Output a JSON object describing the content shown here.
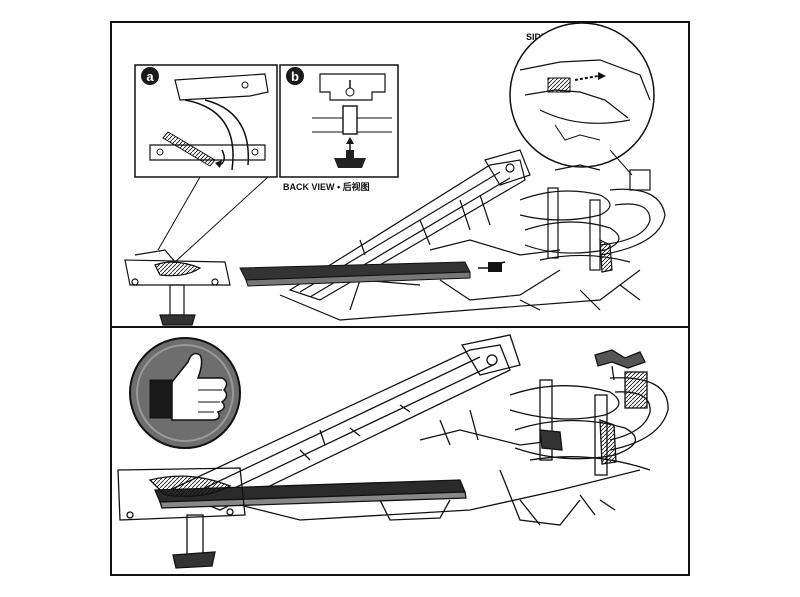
{
  "step_top": {
    "side_view_label": "SIDE VIEW • 侧视图",
    "back_view_label": "BACK VIEW • 后视图",
    "inset_a_label": "a",
    "inset_b_label": "b"
  },
  "step_bottom": {
    "thumbs_up_icon": "thumbs-up-icon"
  },
  "colors": {
    "line": "#111111",
    "badge": "#1a1a1a",
    "thumb_bg": "#6e6e6e",
    "part_dark": "#2a2a2a"
  }
}
